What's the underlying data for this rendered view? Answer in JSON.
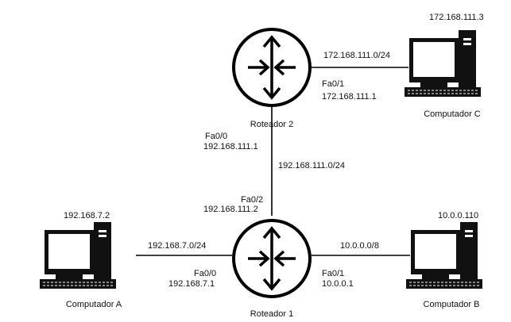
{
  "routers": {
    "r1": {
      "label": "Roteador 1"
    },
    "r2": {
      "label": "Roteador 2"
    }
  },
  "computers": {
    "a": {
      "label": "Computador A",
      "ip": "192.168.7.2"
    },
    "b": {
      "label": "Computador B",
      "ip": "10.0.0.110"
    },
    "c": {
      "label": "Computador C",
      "ip": "172.168.111.3"
    }
  },
  "links": {
    "r1_r2": {
      "network": "192.168.111.0/24",
      "r2_iface": "Fa0/0",
      "r2_ip": "192.168.111.1",
      "r1_iface": "Fa0/2",
      "r1_ip": "192.168.111.2"
    },
    "r1_a": {
      "network": "192.168.7.0/24",
      "iface": "Fa0/0",
      "ip": "192.168.7.1"
    },
    "r1_b": {
      "network": "10.0.0.0/8",
      "iface": "Fa0/1",
      "ip": "10.0.0.1"
    },
    "r2_c": {
      "network": "172.168.111.0/24",
      "iface": "Fa0/1",
      "ip": "172.168.111.1"
    }
  }
}
